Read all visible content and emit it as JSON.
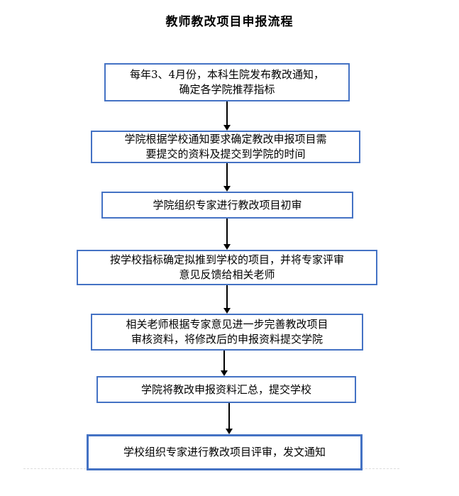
{
  "title": "教师教改项目申报流程",
  "colors": {
    "box_border": "#4472C4",
    "arrow": "#000000",
    "page_break_line": "#dcdcdc",
    "text": "#000000",
    "background": "#ffffff"
  },
  "flowchart": {
    "steps": [
      {
        "line1": "每年3、4月份，本科生院发布教改通知，",
        "line2": "确定各学院推荐指标"
      },
      {
        "line1": "学院根据学校通知要求确定教改申报项目需",
        "line2": "要提交的资料及提交到学院的时间"
      },
      {
        "line1": "学院组织专家进行教改项目初审",
        "line2": ""
      },
      {
        "line1": "按学校指标确定拟推到学校的项目，并将专家评审",
        "line2": "意见反馈给相关老师"
      },
      {
        "line1": "相关老师根据专家意见进一步完善教改项目",
        "line2": "审核资料，将修改后的申报资料提交学院"
      },
      {
        "line1": "学院将教改申报资料汇总，提交学校",
        "line2": ""
      },
      {
        "line1": "学校组织专家进行教改项目评审，发文通知",
        "line2": ""
      }
    ]
  }
}
